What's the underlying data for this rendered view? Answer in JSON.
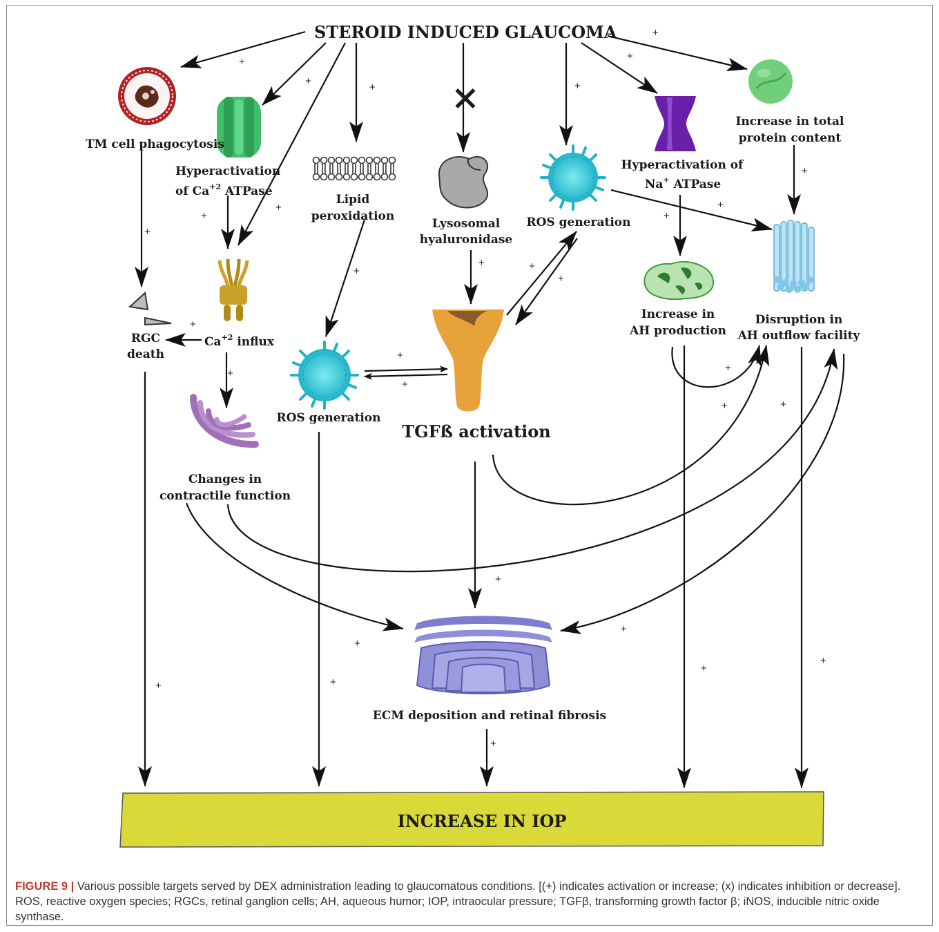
{
  "diagram": {
    "title": "STEROID INDUCED GLAUCOMA",
    "plus": "+",
    "inhibit": "×",
    "nodes": {
      "tm_phago": "TM cell phagocytosis",
      "ca_atpase_1": "Hyperactivation",
      "ca_atpase_2a": "of Ca",
      "ca_atpase_sup": "+2",
      "ca_atpase_2b": " ATPase",
      "lipid_1": "Lipid",
      "lipid_2": "peroxidation",
      "lyso_1": "Lysosomal",
      "lyso_2": "hyaluronidase",
      "ros_top": "ROS generation",
      "na_atpase_1": "Hyperactivation of",
      "na_atpase_2a": "Na",
      "na_atpase_sup": "+",
      "na_atpase_2b": " ATPase",
      "protein_1": "Increase in total",
      "protein_2": "protein content",
      "rgc_1": "RGC",
      "rgc_2": "death",
      "ca_influx_a": "Ca",
      "ca_influx_sup": "+2",
      "ca_influx_b": " influx",
      "ros_mid": "ROS generation",
      "tgfb": "TGFß activation",
      "ah_prod_1": "Increase in",
      "ah_prod_2": "AH production",
      "ah_out_1": "Disruption in",
      "ah_out_2": "AH outflow facility",
      "contract_1": "Changes in",
      "contract_2": "contractile function",
      "ecm": "ECM deposition and retinal fibrosis",
      "iop": "INCREASE IN IOP"
    },
    "colors": {
      "iop_box": "#d9d93a",
      "tgfb": "#e8a23a",
      "ros": "#29c6d6",
      "golgi": "#8f8fd8",
      "na_pump": "#6a1fa8",
      "ca_pump": "#3fbf6a",
      "protein": "#6fcf7a",
      "ah_cell": "#3c9a3c",
      "contractile": "#a070b8",
      "tm_cell": "#b02020",
      "outflow": "#7fc6e8"
    }
  },
  "caption": {
    "label": "FIGURE 9 |",
    "text": " Various possible targets served by DEX administration leading to glaucomatous conditions. [(+) indicates activation or increase; (x) indicates inhibition or decrease]. ROS, reactive oxygen species; RGCs, retinal ganglion cells; AH, aqueous humor; IOP, intraocular pressure; TGFβ, transforming growth factor β; iNOS, inducible nitric oxide synthase."
  }
}
